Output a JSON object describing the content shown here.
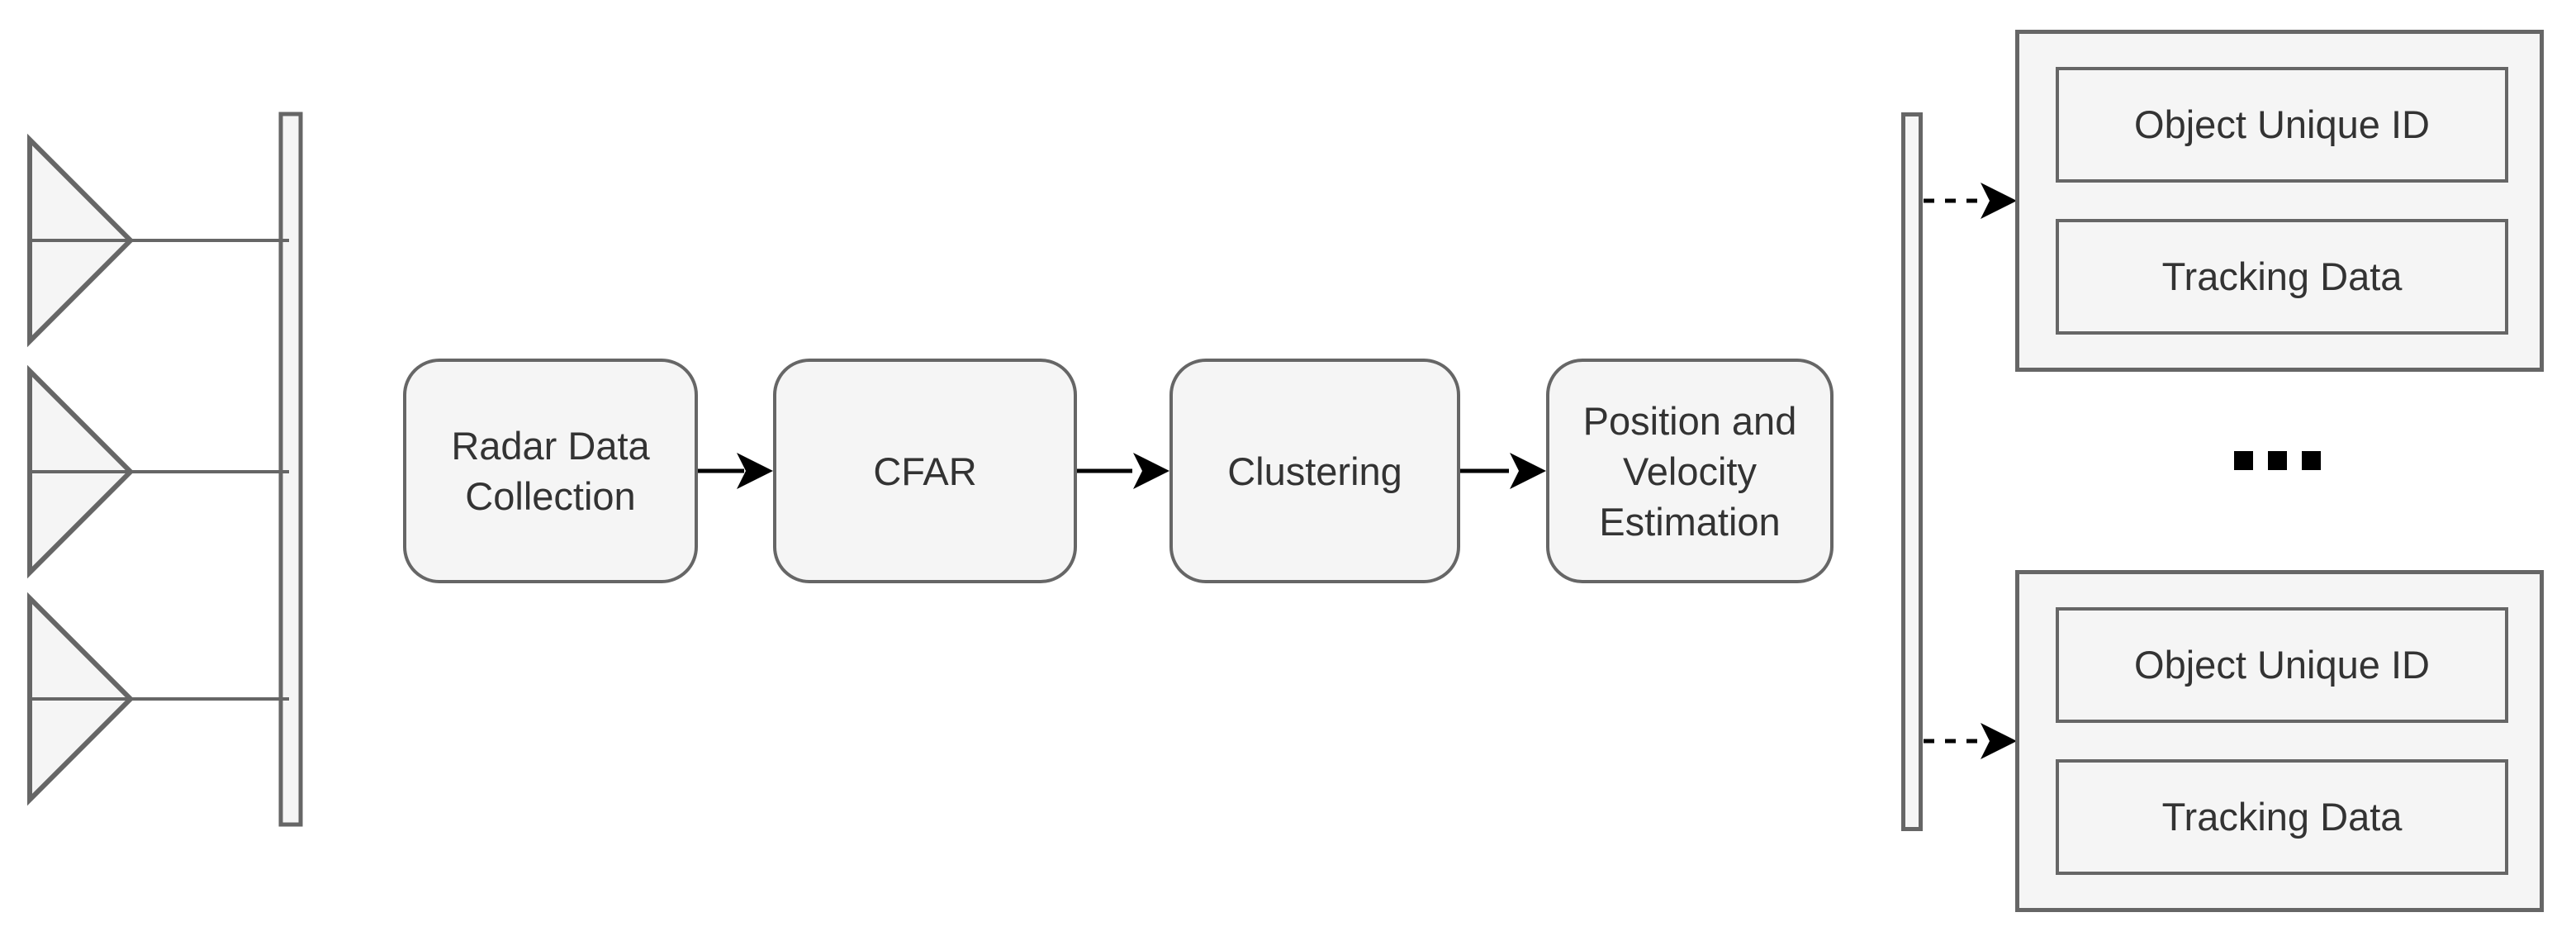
{
  "pipeline": {
    "steps": [
      {
        "id": "radar-data-collection",
        "label": "Radar Data Collection"
      },
      {
        "id": "cfar",
        "label": "CFAR"
      },
      {
        "id": "clustering",
        "label": "Clustering"
      },
      {
        "id": "position-velocity-estimation",
        "label": "Position and Velocity Estimation"
      }
    ]
  },
  "output": {
    "cards": [
      {
        "fields": [
          {
            "label": "Object Unique ID"
          },
          {
            "label": "Tracking Data"
          }
        ]
      },
      {
        "fields": [
          {
            "label": "Object Unique ID"
          },
          {
            "label": "Tracking Data"
          }
        ]
      }
    ],
    "ellipsis": "..."
  },
  "icons": {
    "antenna": "antenna-icon",
    "flow_arrow": "arrow-right-icon",
    "dashed_arrow": "dashed-arrow-right-icon",
    "ellipsis": "ellipsis-icon"
  },
  "colors": {
    "background": "#ffffff",
    "shape_fill": "#f5f5f5",
    "shape_border": "#666666",
    "connector": "#000000",
    "text": "#333333"
  }
}
